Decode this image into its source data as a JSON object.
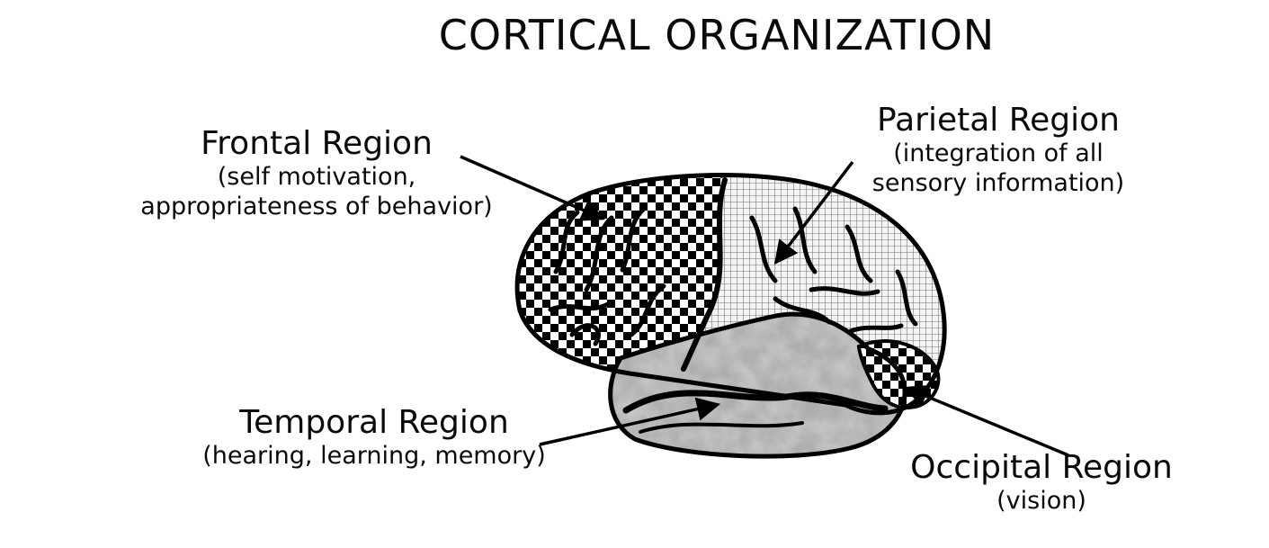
{
  "diagram": {
    "title": "CORTICAL ORGANIZATION",
    "colors": {
      "ink": "#000000",
      "background": "#ffffff"
    },
    "regions": [
      {
        "name": "Frontal Region",
        "description_lines": [
          "(self motivation,",
          "appropriateness of behavior)"
        ],
        "texture": "checkerboard"
      },
      {
        "name": "Parietal Region",
        "description_lines": [
          "(integration of all",
          "sensory information)"
        ],
        "texture": "crosshatch-grid"
      },
      {
        "name": "Temporal Region",
        "description_lines": [
          "(hearing, learning, memory)"
        ],
        "texture": "mottled-gray"
      },
      {
        "name": "Occipital Region",
        "description_lines": [
          "(vision)"
        ],
        "texture": "checkerboard"
      }
    ]
  }
}
